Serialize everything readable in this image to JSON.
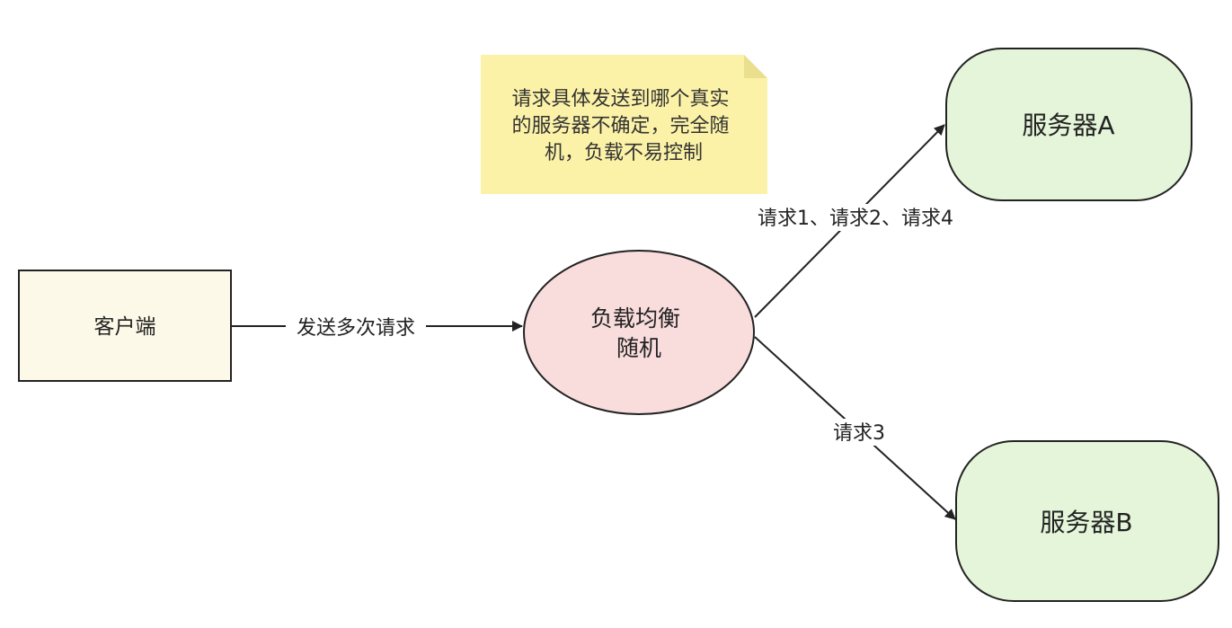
{
  "diagram": {
    "nodes": {
      "client": {
        "label": "客户端",
        "fill": "#fdf9e8",
        "stroke": "#222222"
      },
      "balancer": {
        "line1": "负载均衡",
        "line2": "随机",
        "fill": "#f9dcdc",
        "stroke": "#222222"
      },
      "server_a": {
        "label": "服务器A",
        "fill": "#e4f5d9",
        "stroke": "#222222"
      },
      "server_b": {
        "label": "服务器B",
        "fill": "#e4f5d9",
        "stroke": "#222222"
      }
    },
    "edges": {
      "client_to_balancer": {
        "label": "发送多次请求"
      },
      "balancer_to_a": {
        "label": "请求1、请求2、请求4"
      },
      "balancer_to_b": {
        "label": "请求3"
      }
    },
    "note": {
      "lines": [
        "请求具体发送到哪个真实",
        "的服务器不确定，完全随",
        "机，负载不易控制"
      ],
      "fill": "#fcf2a7",
      "fold_fill": "#eadf8f"
    },
    "colors": {
      "edge": "#222222"
    }
  }
}
